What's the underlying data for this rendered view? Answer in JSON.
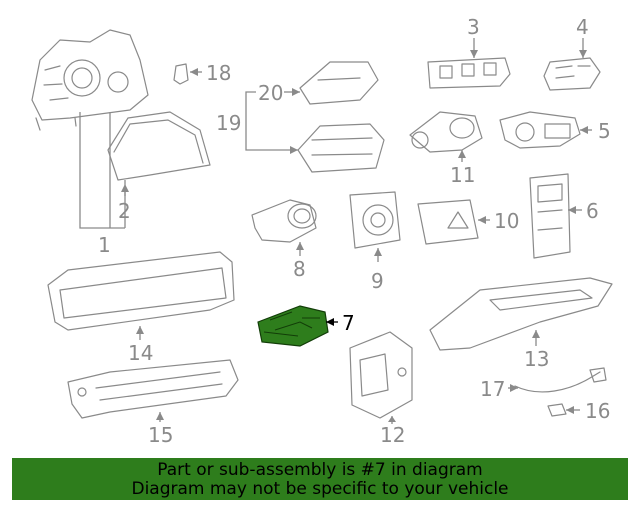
{
  "highlight_color": "#2e7d1c",
  "callouts": {
    "c1": "1",
    "c2": "2",
    "c3": "3",
    "c4": "4",
    "c5": "5",
    "c6": "6",
    "c7": "7",
    "c8": "8",
    "c9": "9",
    "c10": "10",
    "c11": "11",
    "c12": "12",
    "c13": "13",
    "c14": "14",
    "c15": "15",
    "c16": "16",
    "c17": "17",
    "c18": "18",
    "c19": "19",
    "c20": "20"
  },
  "banner": {
    "line1": "Part or sub-assembly is #7 in diagram",
    "line2": "Diagram may not be specific to your vehicle"
  }
}
